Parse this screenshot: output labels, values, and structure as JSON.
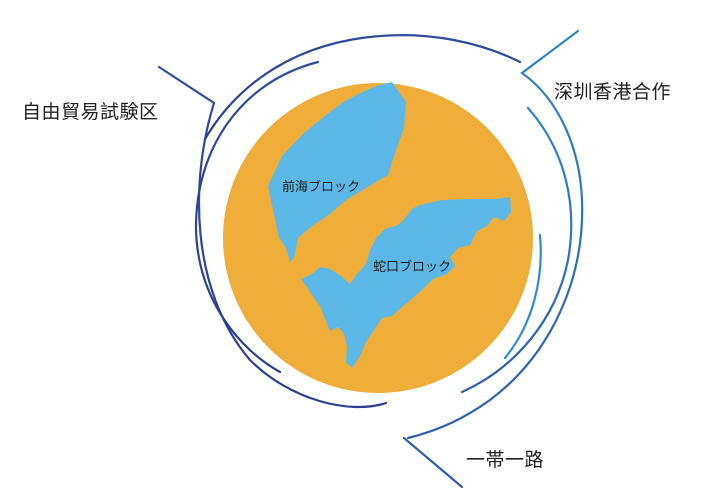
{
  "labels": {
    "free_trade_zone": "自由貿易試験区",
    "shenzhen_hk_cooperation": "深圳香港合作",
    "belt_and_road": "一帯一路",
    "qianhai_block": "前海ブロック",
    "shekou_block": "蛇口ブロック"
  },
  "colors": {
    "disc": "#EFAE3A",
    "land": "#5BB8E6",
    "arc_dark": "#263C8E",
    "arc_mid": "#2E63B0",
    "arc_light": "#2F8BD0"
  }
}
